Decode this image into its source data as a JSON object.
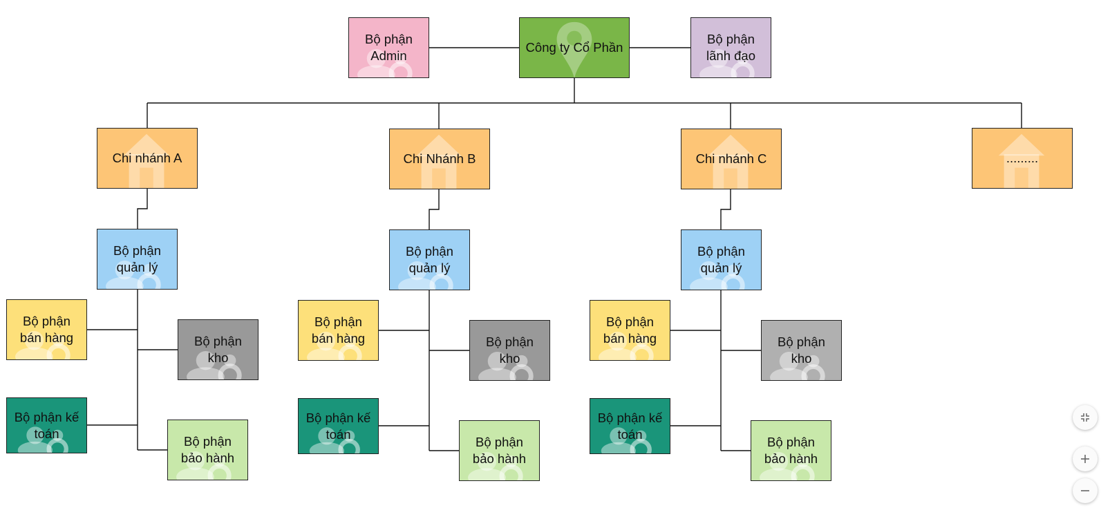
{
  "colors": {
    "root": "#7ab648",
    "admin": "#f4b5c9",
    "leadership": "#d2bfd9",
    "branch": "#fdc576",
    "management": "#9ed1f5",
    "sales": "#fde07a",
    "warehouse_dark": "#999999",
    "warehouse_light": "#b0b0b0",
    "accounting": "#1a957a",
    "warranty": "#c8e8aa"
  },
  "root": {
    "label": "Công ty Cổ Phần",
    "icon": "map-pin-icon"
  },
  "top_departments": [
    {
      "key": "admin",
      "label": "Bộ phận Admin",
      "icon": "people-icon"
    },
    {
      "key": "leadership",
      "label": "Bộ phận lãnh đạo",
      "icon": "people-icon"
    }
  ],
  "branches": [
    {
      "label": "Chi nhánh A",
      "icon": "house-icon",
      "management": "Bộ phận quản lý",
      "sales": "Bộ phận bán hàng",
      "warehouse": "Bộ phận kho",
      "accounting": "Bộ phận kế toán",
      "warranty": "Bộ phận bảo hành"
    },
    {
      "label": "Chi Nhánh B",
      "icon": "house-icon",
      "management": "Bộ phận quản lý",
      "sales": "Bộ phận bán hàng",
      "warehouse": "Bộ phận kho",
      "accounting": "Bộ phận kế toán",
      "warranty": "Bộ phận bảo hành"
    },
    {
      "label": "Chi nhánh C",
      "icon": "house-icon",
      "management": "Bộ phận quản lý",
      "sales": "Bộ phận bán hàng",
      "warehouse": "Bộ phận kho",
      "accounting": "Bộ phận kế toán",
      "warranty": "Bộ phận bảo hành"
    },
    {
      "label": ".........",
      "icon": "house-icon"
    }
  ],
  "controls": {
    "fit": "fit-screen-icon",
    "zoom_in": "plus-icon",
    "zoom_out": "minus-icon"
  }
}
